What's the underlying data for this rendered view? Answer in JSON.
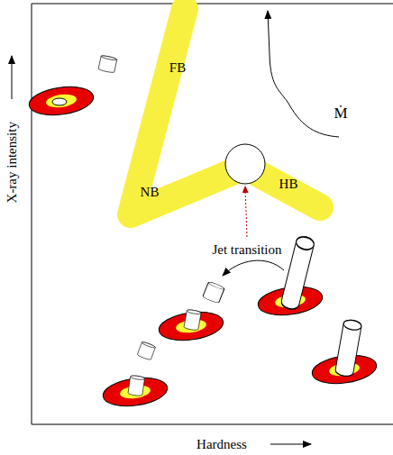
{
  "diagram": {
    "nodes": [
      {
        "text": [
          "FB"
        ]
      },
      {
        "text": [
          "NB"
        ]
      },
      {
        "text": [
          "HB"
        ]
      }
    ],
    "labels": [
      "X-ray intensity",
      "Hardness",
      "Ṁ",
      "Jet transition"
    ]
  }
}
